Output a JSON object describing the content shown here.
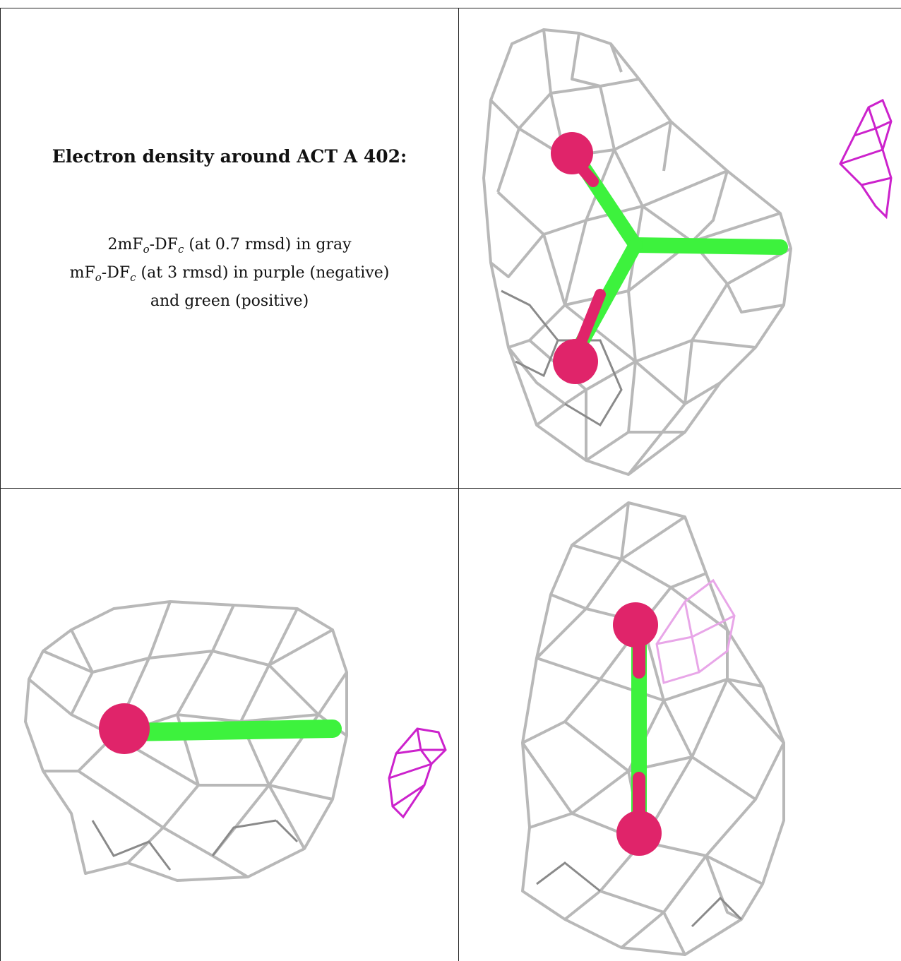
{
  "caption": {
    "title": "Electron density around ACT A 402:",
    "line1_prefix": "2mF",
    "line1_sub1": "o",
    "line1_mid": "-DF",
    "line1_sub2": "c",
    "line1_suffix": " (at 0.7 rmsd) in gray",
    "line2_prefix": "mF",
    "line2_sub1": "o",
    "line2_mid": "-DF",
    "line2_sub2": "c",
    "line2_suffix": " (at 3 rmsd) in purple (negative)",
    "line3": "and green (positive)"
  },
  "colors": {
    "mesh_gray": "#b8b8b8",
    "mesh_dark": "#8a8a8a",
    "oxygen": "#e0246a",
    "carbon_bond": "#3df23d",
    "negative_density": "#cc22cc",
    "negative_density_faint": "#e8a6e8"
  }
}
